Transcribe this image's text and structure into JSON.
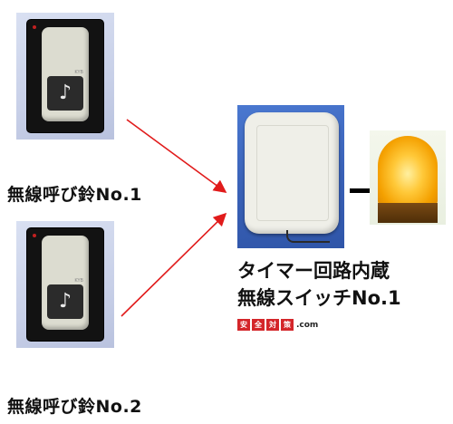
{
  "transmitters": [
    {
      "label": "無線呼び鈴No.1",
      "brand": "KYB",
      "key_glyph": "♪"
    },
    {
      "label": "無線呼び鈴No.2",
      "brand": "KYB",
      "key_glyph": "♪"
    }
  ],
  "receiver": {
    "line1": "タイマー回路内蔵",
    "line2": "無線スイッチNo.1"
  },
  "logo": {
    "chars": [
      "安",
      "全",
      "対",
      "策"
    ],
    "domain": ".com"
  },
  "colors": {
    "arrow": "#e11b1b",
    "logo_red": "#d4262a",
    "receiver_background": "#3a62b8",
    "lamp_amber": "#f4a000"
  },
  "icons": {
    "transmitter_key": "music-note-icon",
    "output_device": "warning-lamp-icon"
  }
}
